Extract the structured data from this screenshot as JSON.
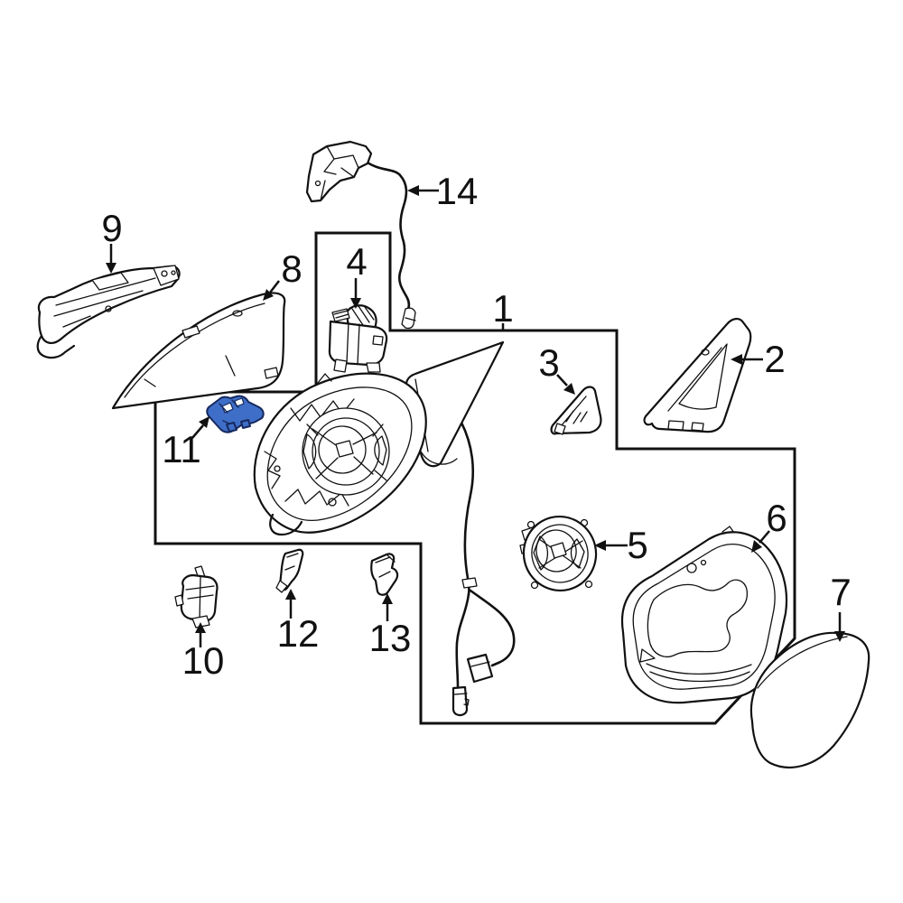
{
  "diagram": {
    "colors": {
      "background": "#ffffff",
      "line": "#111111",
      "highlight_fill": "#3f6ec8",
      "highlight_stroke": "#16295e"
    },
    "highlighted_part_number": "11",
    "parts": [
      {
        "number": "1"
      },
      {
        "number": "2"
      },
      {
        "number": "3"
      },
      {
        "number": "4"
      },
      {
        "number": "5"
      },
      {
        "number": "6"
      },
      {
        "number": "7"
      },
      {
        "number": "8"
      },
      {
        "number": "9"
      },
      {
        "number": "10"
      },
      {
        "number": "11"
      },
      {
        "number": "12"
      },
      {
        "number": "13"
      },
      {
        "number": "14"
      }
    ]
  }
}
